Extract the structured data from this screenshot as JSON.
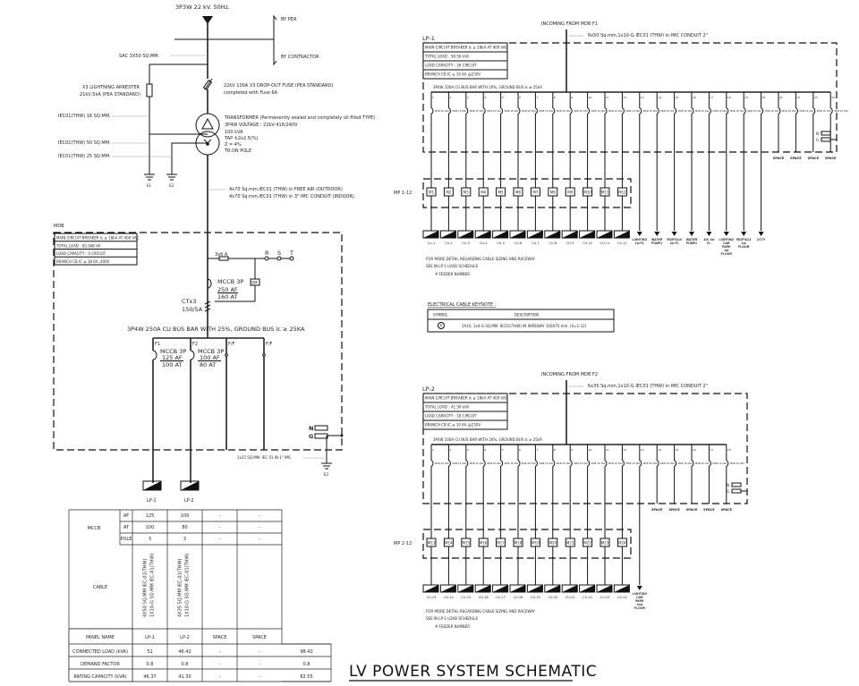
{
  "source": {
    "supply": "3P3W 22 kV. 50Hz.",
    "by_pea": "BY PEA",
    "by_contractor": "BY CONTRACTOR",
    "sac": "SAC 3X50 SQ.MM.",
    "arrester_1": "X3 LIGHTNING ARRESTER",
    "arrester_2": "21kV,5kA (PEA STANDARD)",
    "fuse_1": "22kV 100A X3 DROP-OUT FUSE (PEA STANDARD)",
    "fuse_2": "completed with Fuse 6A",
    "tr_1": "TRANSFORMER (Permanently sealed and completely oil filled TYPE)",
    "tr_2": "3P4W VOLTAGE : 22kV-416/240V",
    "tr_3": "100 kVA",
    "tr_4": "TAP  ±2x2.5(%)",
    "tr_5": "Z = 4%",
    "tr_6": "TR.ON POLE",
    "iec16": "IEC01(THW) 16 SQ.MM.",
    "iec50": "IEC01(THW) 50 SQ.MM.",
    "iec25": "IEC01(THW) 25 SQ.MM.",
    "e1": "E1",
    "e2": "E2",
    "cable_1": "4x70 Sq.mm,IEC01 (THW) in FREE AIR (OUTDOOR)",
    "cable_2": "4x70 Sq.mm,IEC01 (THW) in 3\" IMC CONDUIT (INDOOR)"
  },
  "mdb": {
    "label": "MDB",
    "info": [
      "MAIN CIRCUIT BREAKER Ic ≥ 18kA AT 400 VAC",
      "TOTAL LOAD : 82,948 VA",
      "LOAD CAPACITY : 4 CIRCUIT",
      "BRANCH CB IC ≥ 18 KA ,400V"
    ],
    "fuse": "3x6 A",
    "phases": [
      "R",
      "S",
      "T"
    ],
    "dm": "DM",
    "main_mccb": [
      "MCCB 3P",
      "250 AF",
      "160 AT"
    ],
    "ct": [
      "CTx3",
      "150/5A"
    ],
    "bus": "3P4W 250A CU BUS BAR WITH 25%, GROUND BUS Ic ≥ 25KA",
    "feeders": [
      {
        "name": "F1",
        "mccb": [
          "MCCB 3P",
          "125 AF",
          "100 AT"
        ]
      },
      {
        "name": "F2",
        "mccb": [
          "MCCB 3P",
          "100 AF",
          "80 AT"
        ]
      },
      {
        "name": "F/F"
      },
      {
        "name": "F/F"
      }
    ],
    "n": "N",
    "g": "G",
    "ground_cable": "1x25 SQ.MM. IEC 01 IN 1\" IMC",
    "e3": "E3",
    "panels": [
      "LP-1",
      "LP-2"
    ]
  },
  "table": {
    "mccb": "MCCB",
    "af": "AF",
    "at": "AT",
    "pole": "POLE",
    "af_vals": [
      "125",
      "100",
      "-",
      "-"
    ],
    "at_vals": [
      "100",
      "80",
      "-",
      "-"
    ],
    "pole_vals": [
      "3",
      "3",
      "-",
      "-"
    ],
    "cable": "CABLE",
    "cable_vals": [
      [
        "4X50 SQ.MM IEC-01(THW)",
        "1X10-G SQ.MM IEC-01(THW)"
      ],
      [
        "4X35 SQ.MM IEC-01(THW)",
        "1X10-G SQ.MM IEC-01(THW)"
      ]
    ],
    "panel_name": "PANEL NAME",
    "panel_vals": [
      "LP-1",
      "LP-2",
      "SPACE",
      "SPACE"
    ],
    "connected": "CONNECTED LOAD (kVA)",
    "connected_vals": [
      "52",
      "46.42",
      "-",
      "-",
      "98.42"
    ],
    "demand": "DEMAND FACTOR",
    "demand_vals": [
      "0.8",
      "0.8",
      "-",
      "-",
      "0.8"
    ],
    "rating": "RATING CAPACITY (kVA)",
    "rating_vals": [
      "46.37",
      "41.30",
      "-",
      "-",
      "82.55"
    ]
  },
  "title": "LV POWER SYSTEM SCHEMATIC",
  "lp1": {
    "incoming": "INCOMING FROM MDB F1",
    "cable": "6x50 Sq.mm,1x10-G IEC01 (THW) in IMC CONDUIT 2\"",
    "label": "LP-1",
    "info": [
      "MAIN CIRCUIT BREAKER Ic ≥ 18kA AT 400 VAC",
      "TOTAL LOAD : 58.56 kVA",
      "LOAD CAPACITY : 26 CIRCUIT",
      "BRANCH CB IC ≥ 10 KA @230V"
    ],
    "bus": "3P4W 100A CU BUS BAR WITH 20%, GROUND BUS Ic ≥ 25kA",
    "mp_label": "MP 1-12",
    "mp": [
      "M1",
      "M2",
      "M3",
      "M4",
      "M5",
      "M6",
      "M7",
      "M8",
      "M9",
      "M10",
      "M11",
      "M12"
    ],
    "feeders": [
      "CU-1",
      "CU-2",
      "CU-3",
      "CU-4",
      "CU-5",
      "CU-6",
      "CU-7",
      "CU-8",
      "CU-9",
      "CU-10",
      "CU-11",
      "CU-12"
    ],
    "loads": [
      "LIGHTING 1st FL",
      "WATER PUMP1",
      "RECEPTACLE 1st FL",
      "WATER PUMP2",
      "A/C 1st FL",
      "LIGHTING CAR PARK 1st FLOOR",
      "RECEPTACLE 1st FLOOR",
      "CCTV"
    ],
    "spaces": [
      "SPACE",
      "SPACE",
      "SPACE",
      "SPACE"
    ],
    "note_1": "FOR MORE DETAIL REGARDING CABLE SIZING AND RACEWAY",
    "note_2": "SEE IN LP-1 LOAD SCHEDULE",
    "note_3": "# FEEDER NUMBER",
    "cb": "MCB 1P 16A"
  },
  "keynote": {
    "title": "ELECTRICAL CABLE KEYNOTE :",
    "symbol_h": "SYMBOL",
    "desc_h": "DESCRIPTION",
    "symbol": "X",
    "desc": "2X10, 1x4-G SQ.MM. IEC01(THW) IN WIREWAY 100X75 mm. (X=1-12)"
  },
  "lp2": {
    "incoming": "INCOMING FROM MDB F2",
    "cable": "6x35 Sq.mm,1x10-G IEC01 (THW) in IMC CONDUIT 2\"",
    "label": "LP-2",
    "info": [
      "MAIN CIRCUIT BREAKER Ic ≥ 18kA AT 400 VAC",
      "TOTAL LOAD : 41.30 kVA",
      "LOAD CAPACITY : 18 CIRCUIT",
      "BRANCH CB IC ≥ 10 KA @230V"
    ],
    "bus": "3P4W 100A CU BUS BAR WITH 20%, GROUND BUS Ic ≥ 25kA",
    "mp_label": "MP 2-12",
    "mp": [
      "M13",
      "M14",
      "M15",
      "M16",
      "M17",
      "M18",
      "M19",
      "M20",
      "M21",
      "M22",
      "M23",
      "M24"
    ],
    "feeders": [
      "CU-13",
      "CU-14",
      "CU-15",
      "CU-16",
      "CU-17",
      "CU-18",
      "CU-19",
      "CU-20",
      "CU-21",
      "CU-22",
      "CU-23",
      "CU-24"
    ],
    "loads": [
      "LIGHTING CAR PARK 2nd FLOOR"
    ],
    "spaces": [
      "SPACE",
      "SPACE",
      "SPACE",
      "SPACE",
      "SPACE"
    ],
    "note_1": "FOR MORE DETAIL REGARDING CABLE SIZING AND RACEWAY",
    "note_2": "SEE IN LP-1 LOAD SCHEDULE",
    "note_3": "# FEEDER NUMBER",
    "cb": "MCB 1P 16A"
  }
}
